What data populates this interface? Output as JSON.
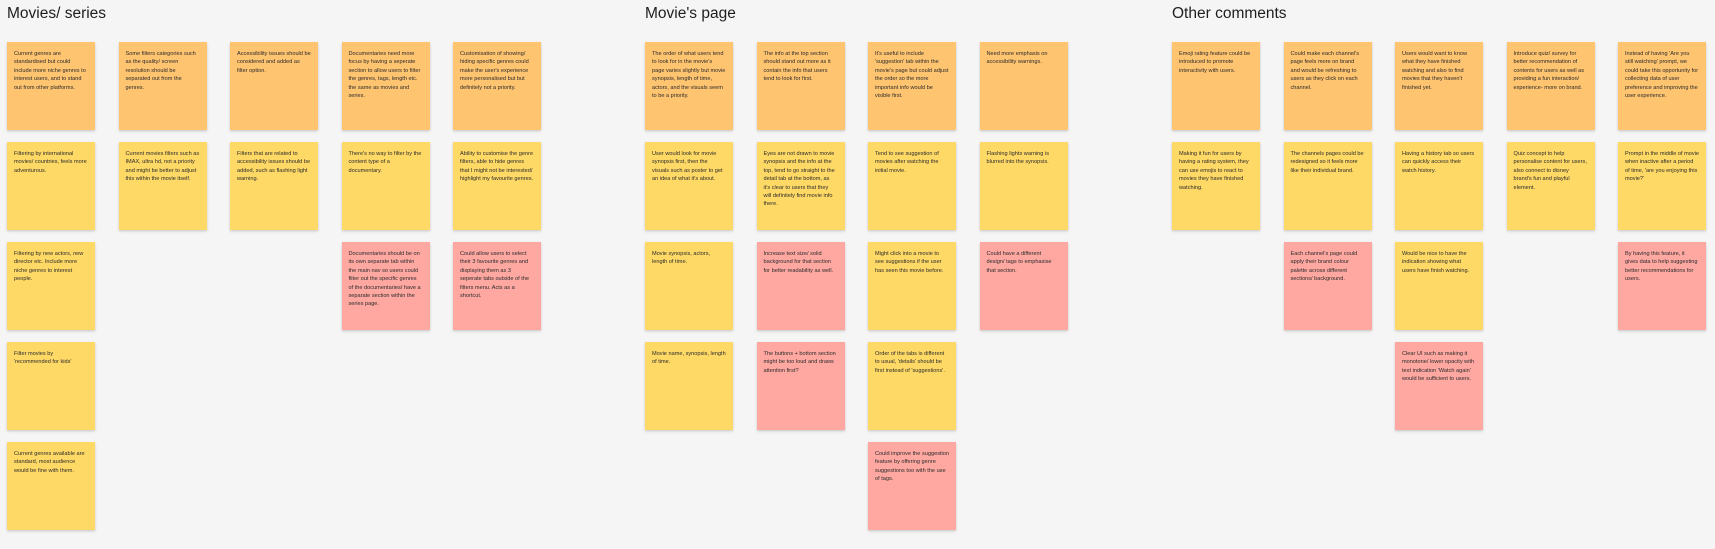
{
  "sections": [
    {
      "title": "Movies/ series",
      "columns": [
        [
          {
            "text": "Current genres are standardised but could include more niche genres to interest users, and to stand out from other platforms.",
            "color": "orange"
          },
          {
            "text": "Filtering by international movies/ countries, feels more adventurous.",
            "color": "yellow"
          },
          {
            "text": "Filtering by new actors, new director etc. Include more niche genres to interest people.",
            "color": "yellow"
          },
          {
            "text": "Filter movies by 'recommended for kids'",
            "color": "yellow"
          },
          {
            "text": "Current genres available are standard, most audience would be fine with them.",
            "color": "yellow"
          }
        ],
        [
          {
            "text": "Some filters categories such as the quality/ screen resolution should be separated out from the genres.",
            "color": "orange"
          },
          {
            "text": "Current movies filters such as IMAX, ultra hd, not a priority and might be better to adjust this within the movie itself.",
            "color": "yellow"
          }
        ],
        [
          {
            "text": "Accessibility issues should be considered and added as filter option.",
            "color": "orange"
          },
          {
            "text": "Filters that are related to accessibility issues should be added, such as flashing light warning.",
            "color": "yellow"
          }
        ],
        [
          {
            "text": "Documentaries need more focus by having a seperate section to allow users to filter the genres, tags, length etc. the same as movies and series.",
            "color": "orange"
          },
          {
            "text": "There's no way to filter by the content type of a documentary.",
            "color": "yellow"
          },
          {
            "text": "Documentaries should be on its own separate tab within the main nav so users could filter out the specific genres of the documentaries/ have a separate section within the series page.",
            "color": "pink"
          }
        ],
        [
          {
            "text": "Customisation of showing/ hiding specific genres could make the user's experience more personalised but but definitely not a priority.",
            "color": "orange"
          },
          {
            "text": "Ability to customise the genre filters, able to hide genres that I might not be interested/ highlight my favourite genres.",
            "color": "yellow"
          },
          {
            "text": "Could allow users to select their 3 favourite genres and displaying them as 3 seperate tabs outside of the filters menu. Acts as a shortcut.",
            "color": "pink"
          }
        ]
      ]
    },
    {
      "title": "Movie's page",
      "columns": [
        [
          {
            "text": "The order of what users tend to look for in the movie's page varies slightly but movie synopsis, length of time, actors, and the visuals seem to be a priority.",
            "color": "orange"
          },
          {
            "text": "User would look for movie synopsis first, then the visuals such as poster to get an idea of what it's about.",
            "color": "yellow"
          },
          {
            "text": "Movie synopsis, actors, length of time.",
            "color": "yellow"
          },
          {
            "text": "Movie name, synopsis, length of time.",
            "color": "yellow"
          }
        ],
        [
          {
            "text": "The info at the top section should stand out more as it contain the info that users tend to look for first.",
            "color": "orange"
          },
          {
            "text": "Eyes are not drawn to movie synopsis and the info at the top, tend to go straight to the detail tab at the bottom, as it's clear to users that they will definitely find movie info there.",
            "color": "yellow"
          },
          {
            "text": "Increase text size/ solid background for that section for better readability as well.",
            "color": "pink"
          },
          {
            "text": "The buttons + bottom section might be too loud and draws attention first?",
            "color": "pink"
          }
        ],
        [
          {
            "text": "It's useful to include 'suggestion' tab within the movie's page but could adjust the order so the more important info would be visible first.",
            "color": "orange"
          },
          {
            "text": "Tend to see suggestion of movies after watching the initial movie.",
            "color": "yellow"
          },
          {
            "text": "Might click into a movie to see suggestions if the user has seen this movie before.",
            "color": "yellow"
          },
          {
            "text": "Order of the tabs is different to usual, 'details' should be first instead of 'suggestions'.",
            "color": "yellow"
          },
          {
            "text": "Could improve the suggestion feature by offering genre suggestions too with the use of tags.",
            "color": "pink"
          }
        ],
        [
          {
            "text": "Need more emphasis on accessibility warnings.",
            "color": "orange"
          },
          {
            "text": "Flashing lights warning is blurred into the synopsis.",
            "color": "yellow"
          },
          {
            "text": "Could have a different design/ tags to emphasise that section.",
            "color": "pink"
          }
        ]
      ]
    },
    {
      "title": "Other comments",
      "columns": [
        [
          {
            "text": "Emoji rating feature could be introduced to promote interactivity with users.",
            "color": "orange"
          },
          {
            "text": "Making it fun for users by having a rating system, they can use emojis to react to movies they have finished watching.",
            "color": "yellow"
          }
        ],
        [
          {
            "text": "Could make each channel's page feels more on brand and would be refreshing to users as they click on each channel.",
            "color": "orange"
          },
          {
            "text": "The channels pages could be redesigned so it feels more like their individual brand.",
            "color": "yellow"
          },
          {
            "text": "Each channel's page could apply their brand colour palette across different sections/ background.",
            "color": "pink"
          }
        ],
        [
          {
            "text": "Users would want to know what they have finished watching and also to find movies that they haven't finished yet.",
            "color": "orange"
          },
          {
            "text": "Having a history tab so users can quickly access their watch history.",
            "color": "yellow"
          },
          {
            "text": "Would be nice to have the indication showing what users have finish watching.",
            "color": "yellow"
          },
          {
            "text": "Clear UI such as making it monotone/ lower opacity with text indication 'Watch again' would be sufficient to users.",
            "color": "pink"
          }
        ],
        [
          {
            "text": "Introduce quiz/ survey for better recommendation of contents for users as well as providing a fun interaction/ experience- more on brand.",
            "color": "orange"
          },
          {
            "text": "Quiz concept to help personalise content for users, also connect to disney brand's fun and playful element.",
            "color": "yellow"
          }
        ],
        [
          {
            "text": "Instead of having 'Are you still watching' prompt, we could take this opportunity for collecting data of user preference and improving the user experience.",
            "color": "orange"
          },
          {
            "text": "Prompt in the middle of movie when inactive after a period of time, 'are you enjoying this movie?'",
            "color": "yellow"
          },
          {
            "text": "By having this feature, it gives data to help suggesting better recommendations for users.",
            "color": "pink"
          }
        ]
      ]
    }
  ]
}
